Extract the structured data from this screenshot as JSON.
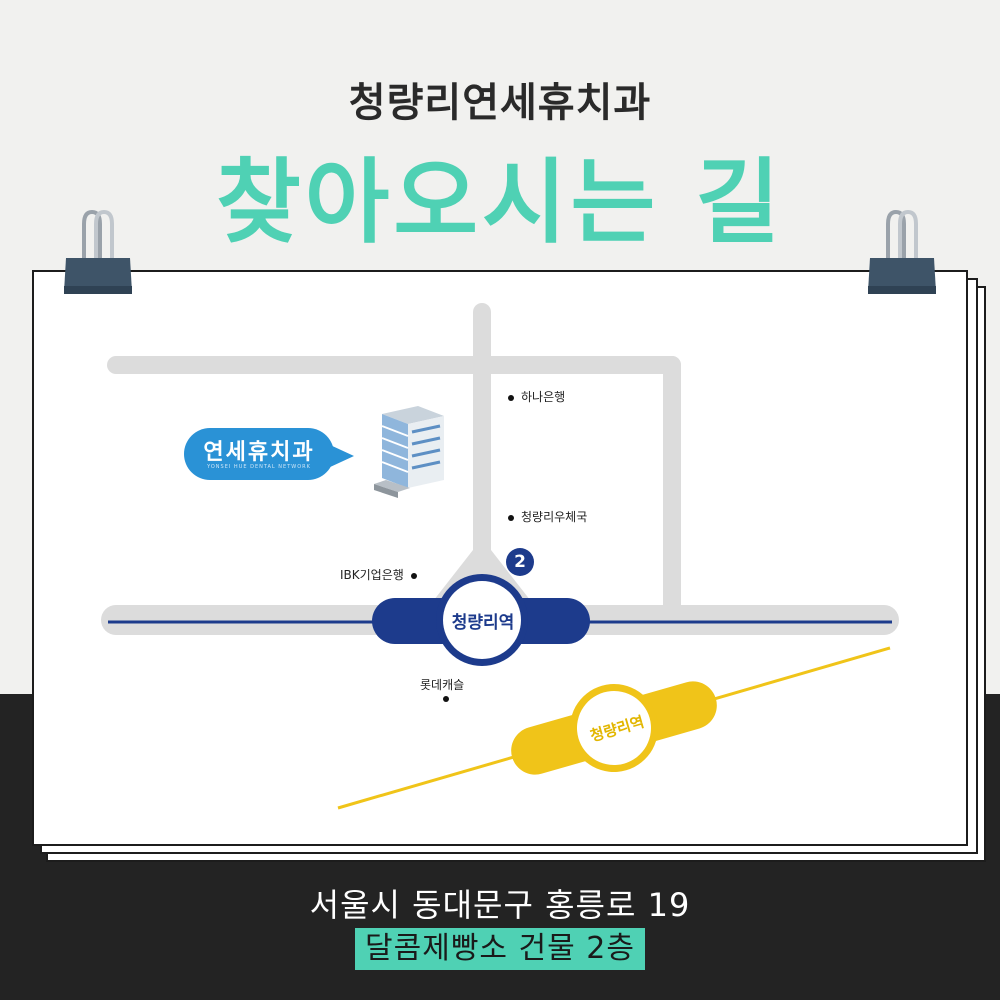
{
  "header": {
    "subtitle": "청량리연세휴치과",
    "title": "찾아오시는 길"
  },
  "map": {
    "clinic_name": "연세휴치과",
    "clinic_name_en": "YONSEI HUE DENTAL NETWORK",
    "pois": {
      "hana": "하나은행",
      "post": "청량리우체국",
      "ibk": "IBK기업은행",
      "lotte": "롯데캐슬"
    },
    "station_line1": "청량리역",
    "station_exit": "2",
    "station_gyeongui": "청량리역"
  },
  "footer": {
    "address": "서울시 동대문구 홍릉로 19",
    "floor": "달콤제빵소 건물 2층"
  },
  "colors": {
    "accent": "#4fd1b4",
    "line1_blue": "#1d3b8c",
    "line_yellow": "#f0c419",
    "bubble_blue": "#2a92d6",
    "road_gray": "#dcdcdc"
  }
}
